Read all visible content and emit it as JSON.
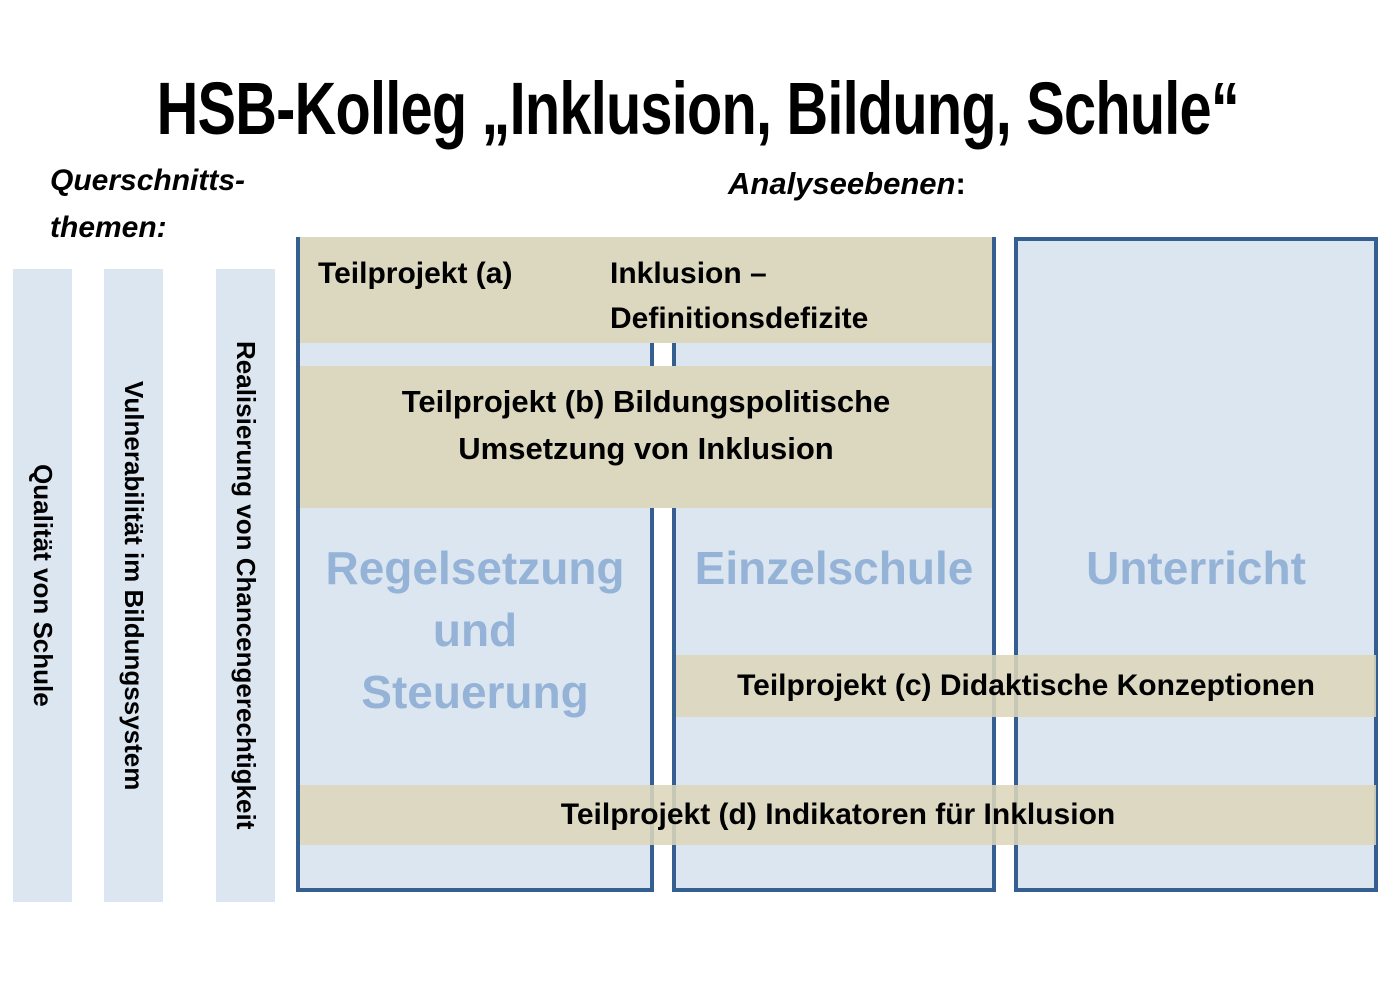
{
  "title": "HSB-Kolleg „Inklusion, Bildung, Schule“",
  "headings": {
    "cross_themes_line1": "Querschnitts-",
    "cross_themes_line2": "themen:",
    "analysis_levels": "Analyseebenen",
    "analysis_levels_colon": ":"
  },
  "cross_themes": [
    {
      "label": "Qualität von Schule"
    },
    {
      "label": "Vulnerabilität im Bildungssystem"
    },
    {
      "label": "Realisierung von Chancengerechtigkeit"
    }
  ],
  "analysis_levels": [
    {
      "name": "Regelsetzung und Steuerung",
      "lines": [
        "Regelsetzung",
        "und",
        "Steuerung"
      ]
    },
    {
      "name": "Einzelschule",
      "lines": [
        "Einzelschule"
      ]
    },
    {
      "name": "Unterricht",
      "lines": [
        "Unterricht"
      ]
    }
  ],
  "subprojects": {
    "a": {
      "label": "Teilprojekt (a)",
      "topic_line1": "Inklusion –",
      "topic_line2": "Definitionsdefizite"
    },
    "b": {
      "line1": "Teilprojekt (b) Bildungspolitische",
      "line2": "Umsetzung von Inklusion"
    },
    "c": {
      "text": "Teilprojekt (c) Didaktische Konzeptionen"
    },
    "d": {
      "text": "Teilprojekt (d) Indikatoren für Inklusion"
    }
  },
  "colors": {
    "bg": "#ffffff",
    "fill_blue": "#dce6f1",
    "border_blue": "#365f91",
    "label_blue": "#95b3d7",
    "tan": "#dcd8c0",
    "text_black": "#000000"
  }
}
